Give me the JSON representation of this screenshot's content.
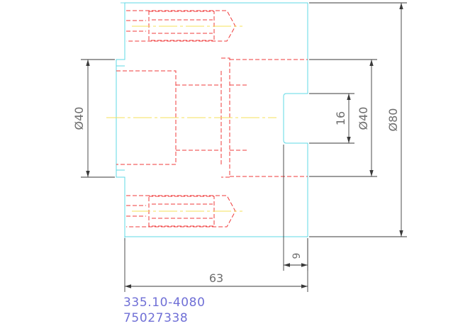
{
  "colors": {
    "outline": "#5fd9e6",
    "hidden": "#ef3b3b",
    "centerline": "#f5e15a",
    "dimension": "#3a3a3a",
    "dimension_text": "#6e6e6e",
    "part_text": "#6f6fd6"
  },
  "dimensions": {
    "left_bore_diameter": "Ø40",
    "slot_width": "16",
    "right_bore_diameter": "Ø40",
    "outer_diameter": "Ø80",
    "overall_length": "63",
    "slot_depth": "9"
  },
  "title_block": {
    "part_number": "335.10-4080",
    "order_number": "75027338"
  }
}
